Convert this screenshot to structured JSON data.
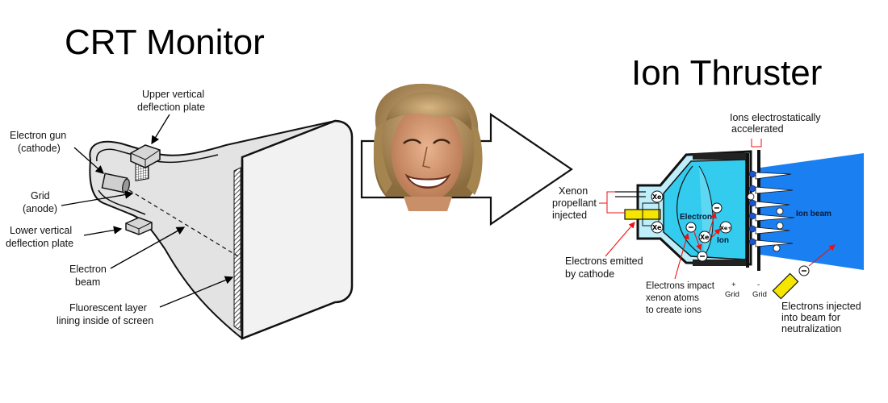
{
  "titles": {
    "left": "CRT Monitor",
    "right": "Ion Thruster"
  },
  "crt": {
    "labels": {
      "electron_gun": [
        "Electron gun",
        "(cathode)"
      ],
      "upper_plate": [
        "Upper vertical",
        "deflection plate"
      ],
      "grid": [
        "Grid",
        "(anode)"
      ],
      "lower_plate": [
        "Lower vertical",
        "deflection plate"
      ],
      "beam": [
        "Electron",
        "beam"
      ],
      "fluorescent": [
        "Fluorescent layer",
        "lining inside of screen"
      ]
    }
  },
  "thruster": {
    "labels": {
      "ions_accel": [
        "Ions electrostatically",
        "accelerated"
      ],
      "xenon": [
        "Xenon",
        "propellant",
        "injected"
      ],
      "emitted": [
        "Electrons emitted",
        "by cathode"
      ],
      "impact": [
        "Electrons impact",
        "xenon atoms",
        "to create ions"
      ],
      "injected": [
        "Electrons injected",
        "into beam for",
        "neutralization"
      ],
      "electron": "Electron",
      "ion": "Ion",
      "ion_beam": "Ion beam",
      "plus_grid": [
        "+",
        "Grid"
      ],
      "minus_grid": [
        "-",
        "Grid"
      ],
      "xe": "Xe",
      "xe_plus": "Xe+"
    }
  },
  "colors": {
    "chamber": "#33ccee",
    "chamber_light": "#bdeefa",
    "beam": "#1a7ff0",
    "cathode": "#f5e600",
    "pointer": "#ee1111",
    "screen": "#eeeeee"
  },
  "icons": {
    "arrow": "right-arrow-icon",
    "portrait": "smiling-man-portrait"
  }
}
